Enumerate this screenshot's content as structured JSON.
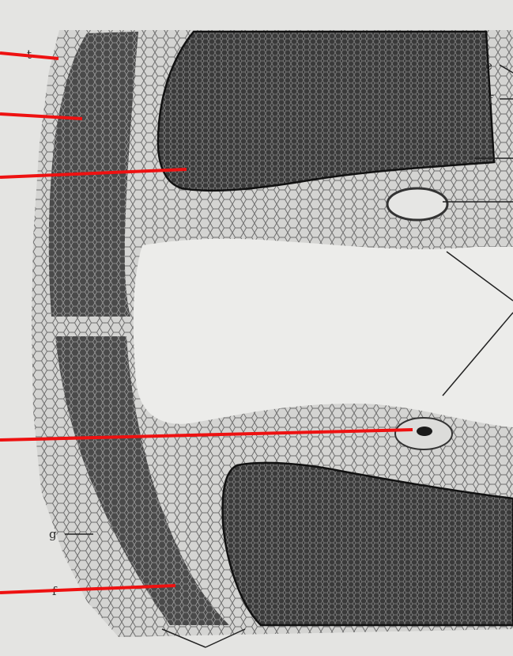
{
  "figure": {
    "background": "#eef0f3",
    "paper_color": "#e3e3e1",
    "dark_tissue_color": "#3b3b3b",
    "light_tissue_color": "#c9c9c7",
    "pointer_color": "#ee1111",
    "labels": {
      "e_top_right": "e",
      "f_top_right": "f",
      "t_top_left": "t",
      "g_bottom_left": "g",
      "f_bottom_left": "f"
    }
  }
}
